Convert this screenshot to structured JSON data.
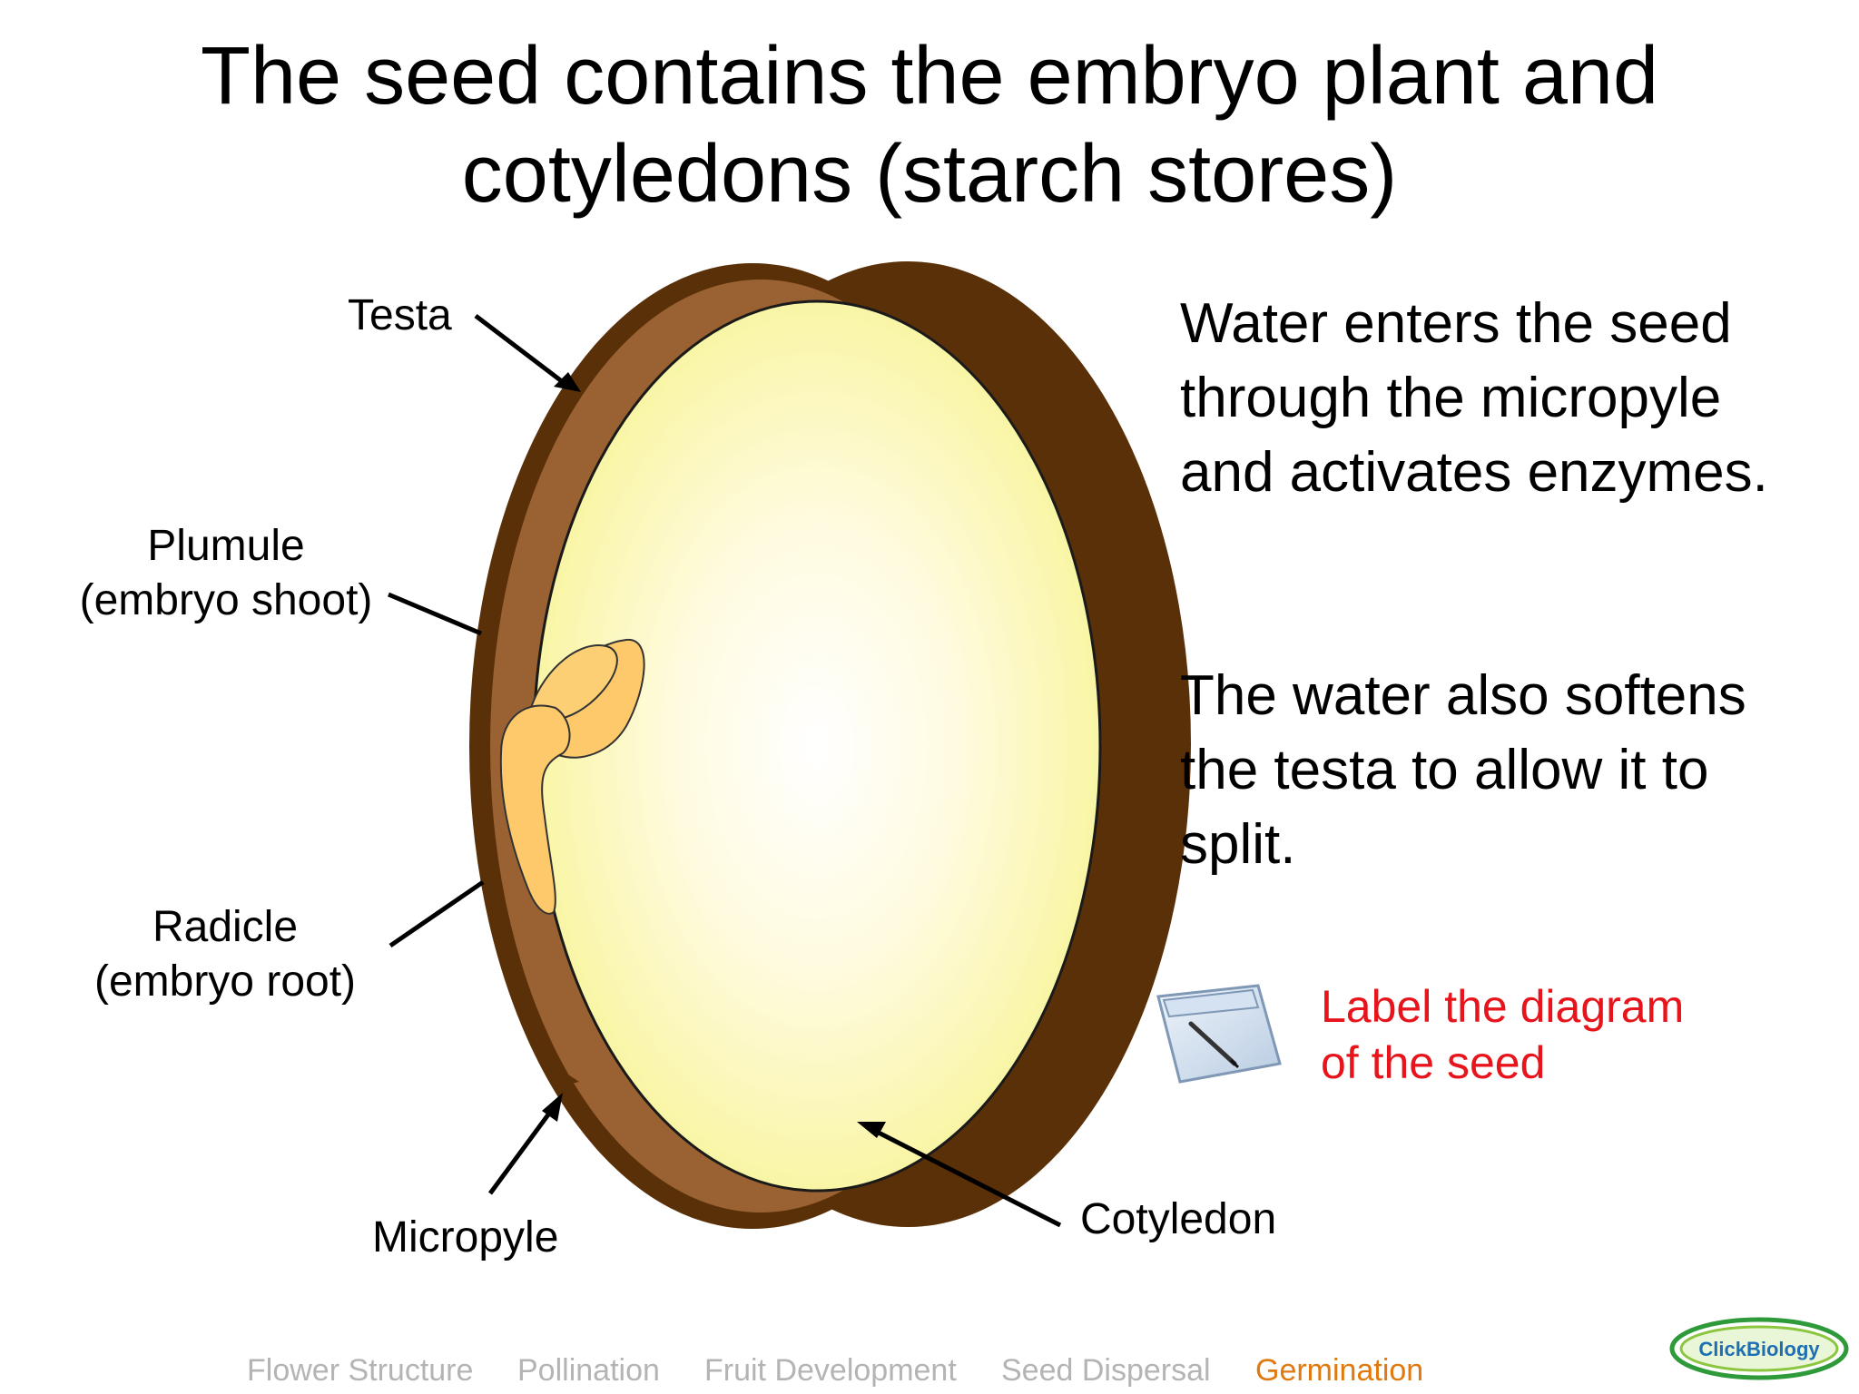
{
  "title": {
    "line1": "The seed contains the embryo plant and",
    "line2": "cotyledons (starch stores)"
  },
  "labels": {
    "testa": "Testa",
    "plumule_line1": "Plumule",
    "plumule_line2": "(embryo shoot)",
    "radicle_line1": "Radicle",
    "radicle_line2": "(embryo root)",
    "micropyle": "Micropyle",
    "cotyledon": "Cotyledon"
  },
  "text_blocks": {
    "water_line1": "Water enters the seed",
    "water_line2": "through the micropyle",
    "water_line3": "and activates enzymes.",
    "soften_line1": "The water also softens",
    "soften_line2": "the testa to allow it to",
    "soften_line3": "split."
  },
  "task": {
    "line1": "Label the diagram",
    "line2": "of the seed",
    "color": "#e8141c"
  },
  "nav": {
    "items": [
      "Flower Structure",
      "Pollination",
      "Fruit Development",
      "Seed Dispersal",
      "Germination"
    ],
    "active_index": 4,
    "inactive_color": "#b4b4b4",
    "active_color": "#e07a10"
  },
  "logo": {
    "text": "ClickBiology"
  },
  "colors": {
    "testa_dark": "#5a3008",
    "testa_mid": "#9a6232",
    "cotyledon": "#fbf7a8",
    "embryo": "#fdc96a"
  }
}
